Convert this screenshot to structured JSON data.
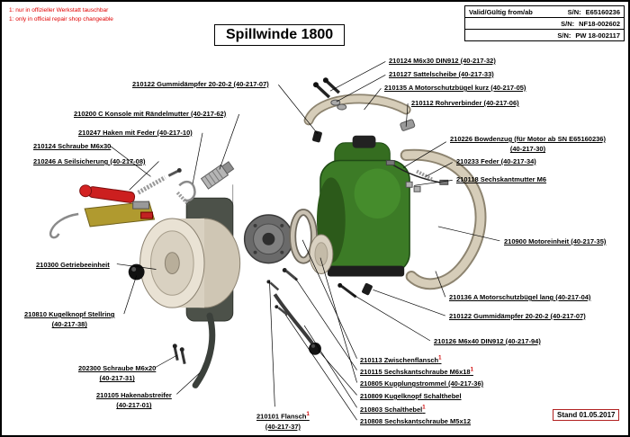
{
  "notes": {
    "de": "1: nur in offizieller Werkstatt tauschbar",
    "en": "1: only in official repair shop changeable"
  },
  "title": "Spillwinde 1800",
  "validity": {
    "from_label": "Valid/Gültig from/ab",
    "rows": [
      {
        "prefix": "S/N:",
        "value": "E65160236"
      },
      {
        "prefix": "S/N:",
        "value": "NF18-002602"
      },
      {
        "prefix": "S/N:",
        "value": "PW 18-002117"
      }
    ]
  },
  "stand": "Stand 01.05.2017",
  "labels": {
    "gummi_top": {
      "text": "210122 Gummidämpfer 20-20-2  (40-217-07)"
    },
    "konsole": {
      "text": "210200 C Konsole mit Rändelmutter (40-217-62)"
    },
    "haken_feder": {
      "text": "210247 Haken mit Feder (40-217-10)"
    },
    "schraube_m6x30": {
      "text": "210124 Schraube M6x30"
    },
    "seilsicherung": {
      "text": "210246 A Seilsicherung (40-217-08)"
    },
    "getriebeeinheit": {
      "text": "210300 Getriebeeinheit"
    },
    "kugelknopf_stellring": {
      "text": "210810 Kugelknopf Stellring",
      "text2": "(40-217-38)"
    },
    "schraube_m6x20": {
      "text": "202300 Schraube M6x20",
      "text2": "(40-217-31)"
    },
    "hakenabstreifer": {
      "text": "210105 Hakenabstreifer",
      "text2": "(40-217-01)"
    },
    "flansch": {
      "text": "210101 Flansch",
      "sup": "1",
      "text2": "(40-217-37)"
    },
    "m6x30_din912": {
      "text": "210124 M6x30 DIN912  (40-217-32)"
    },
    "sattelscheibe": {
      "text": "210127 Sattelscheibe  (40-217-33)"
    },
    "buegel_kurz": {
      "text": "210135 A Motorschutzbügel kurz  (40-217-05)"
    },
    "rohrverbinder": {
      "text": "210112 Rohrverbinder  (40-217-06)"
    },
    "bowdenzug": {
      "text": "210226 Bowdenzug (für Motor ab  SN E65160236)",
      "text2": "(40-217-30)"
    },
    "feder": {
      "text": "210233 Feder  (40-217-34)"
    },
    "sechskantmutter_m6": {
      "text": "210118 Sechskantmutter M6"
    },
    "motoreinheit": {
      "text": "210900 Motoreinheit  (40-217-35)"
    },
    "buegel_lang": {
      "text": "210136 A Motorschutzbügel lang  (40-217-04)"
    },
    "gummi_bottom": {
      "text": "210122 Gummidämpfer 20-20-2  (40-217-07)"
    },
    "m6x40_din912": {
      "text": "210126 M6x40 DIN912  (40-217-94)"
    },
    "zwischenflansch": {
      "text": "210113 Zwischenflansch",
      "sup": "1"
    },
    "m6x18": {
      "text": "210115 Sechskantschraube M6x18",
      "sup": "1"
    },
    "kupplungstrommel": {
      "text": "210805 Kupplungstrommel  (40-217-36)"
    },
    "kugelknopf_schalthebel": {
      "text": "210809 Kugelknopf Schalthebel"
    },
    "schalthebel": {
      "text": "210803 Schalthebel",
      "sup": "1"
    },
    "m5x12": {
      "text": "210808 Sechskantschraube M5x12"
    }
  }
}
